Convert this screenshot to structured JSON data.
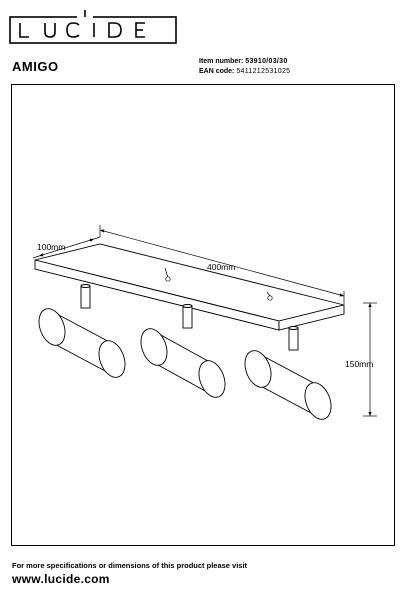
{
  "brand": {
    "logo_text": "LUCIDE"
  },
  "product": {
    "name": "AMIGO"
  },
  "meta": {
    "item_number_label": "Item number:",
    "item_number": "53910/03/30",
    "ean_label": "EAN code:",
    "ean": "5411212531025"
  },
  "drawing": {
    "dim_width": "400mm",
    "dim_depth": "100mm",
    "dim_height": "150mm"
  },
  "footer": {
    "note": "For more specifications or dimensions of this product please visit",
    "url": "www.lucide.com"
  }
}
